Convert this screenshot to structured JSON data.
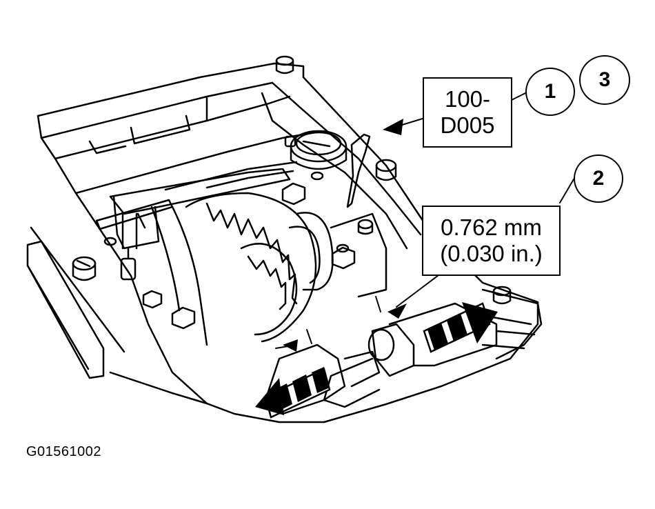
{
  "labels": {
    "tool_line1": "100-",
    "tool_line2": "D005",
    "spec_line1": "0.762 mm",
    "spec_line2": "(0.030 in.)"
  },
  "callouts": {
    "c1": "1",
    "c2": "2",
    "c3": "3"
  },
  "figure_id": "G01561002"
}
